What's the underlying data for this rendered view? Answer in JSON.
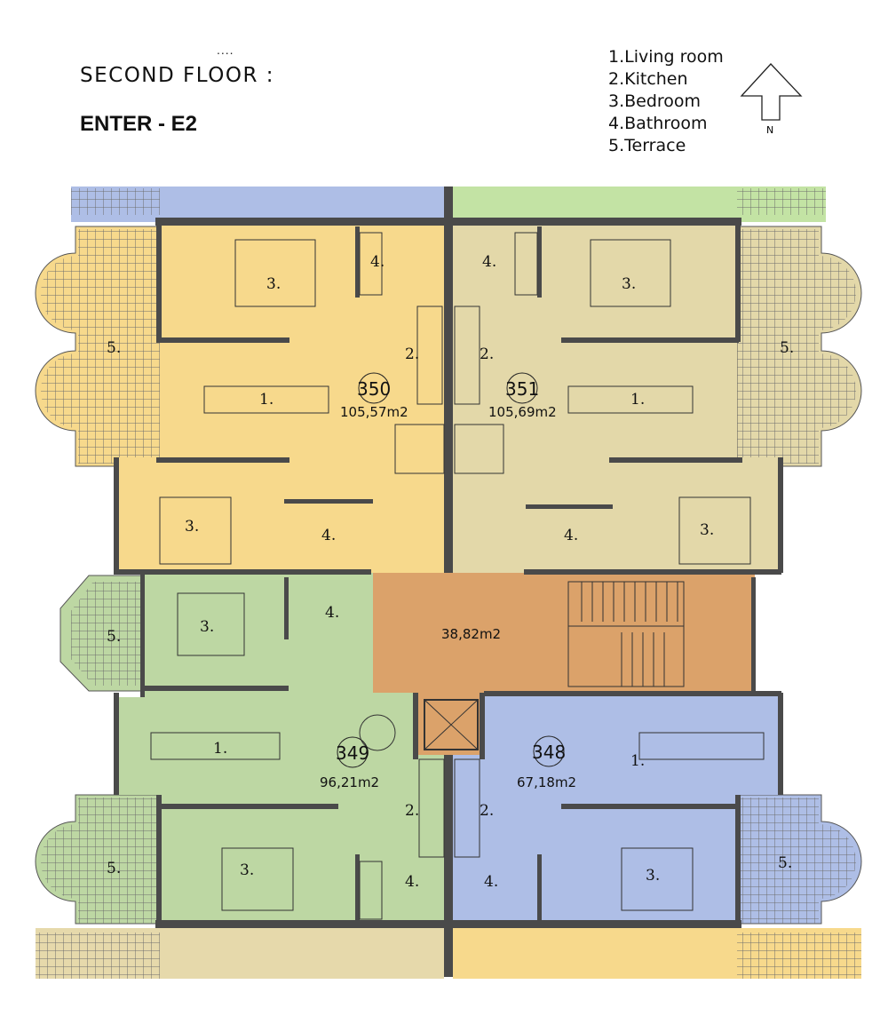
{
  "header": {
    "dots": "....",
    "title": "SECOND FLOOR :",
    "entrance": "ENTER - E2"
  },
  "legend": [
    "1.Living room",
    "2.Kitchen",
    "3.Bedroom",
    "4.Bathroom",
    "5.Terrace"
  ],
  "north_label": "N",
  "room_labels": {
    "living": "1.",
    "kitchen": "2.",
    "bedroom": "3.",
    "bathroom": "4.",
    "terrace": "5."
  },
  "units": [
    {
      "number": "350",
      "area": "105,57m2",
      "color": "#f7d98c"
    },
    {
      "number": "351",
      "area": "105,69m2",
      "color": "#e3d8a9"
    },
    {
      "number": "349",
      "area": "96,21m2",
      "color": "#bdd7a3"
    },
    {
      "number": "348",
      "area": "67,18m2",
      "color": "#aebee6"
    }
  ],
  "hall": {
    "area": "38,82m2",
    "color": "#dba26a"
  }
}
